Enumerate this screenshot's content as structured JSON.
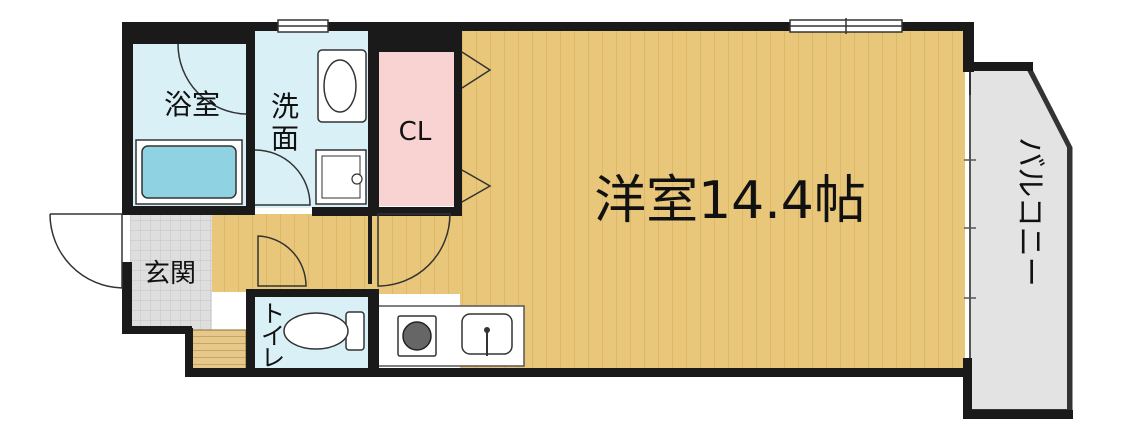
{
  "rooms": {
    "western_room": {
      "label": "洋室14.4帖"
    },
    "bathroom": {
      "label": "浴室"
    },
    "washroom": {
      "label_line1": "洗",
      "label_line2": "面"
    },
    "closet": {
      "label": "CL"
    },
    "entrance": {
      "label": "玄関"
    },
    "toilet": {
      "label_line1": "ト",
      "label_line2": "イ",
      "label_line3": "レ"
    },
    "balcony": {
      "label": "バルコニー"
    }
  },
  "colors": {
    "wall": "#1a1a1a",
    "floor_wood": "#e9c77a",
    "floor_wood_line": "#d6ae5c",
    "wet_area": "#d8f0f6",
    "closet": "#f9d2d2",
    "bathtub": "#8fd3e3",
    "entrance_tile": "#dcdcdc",
    "balcony": "#e3e3e3",
    "step": "#e6c98a"
  }
}
